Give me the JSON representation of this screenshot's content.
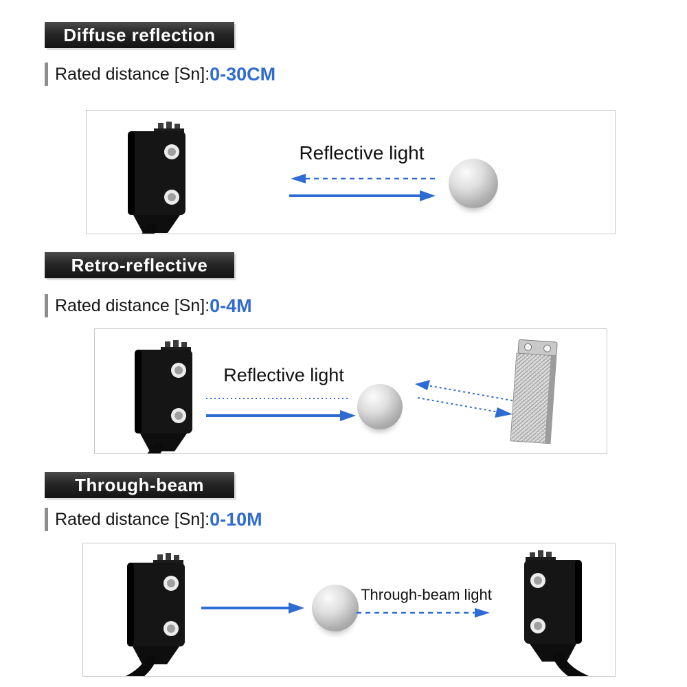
{
  "accent_color": "#2e6bd2",
  "sections": [
    {
      "title": "Diffuse reflection",
      "rated_label": "Rated distance [Sn]:",
      "rated_value": "0-30CM",
      "beam_label": "Reflective light"
    },
    {
      "title": "Retro-reflective",
      "rated_label": "Rated distance [Sn]:",
      "rated_value": "0-4M",
      "beam_label": "Reflective light"
    },
    {
      "title": "Through-beam",
      "rated_label": "Rated distance [Sn]:",
      "rated_value": "0-10M",
      "beam_label": "Through-beam light"
    }
  ]
}
